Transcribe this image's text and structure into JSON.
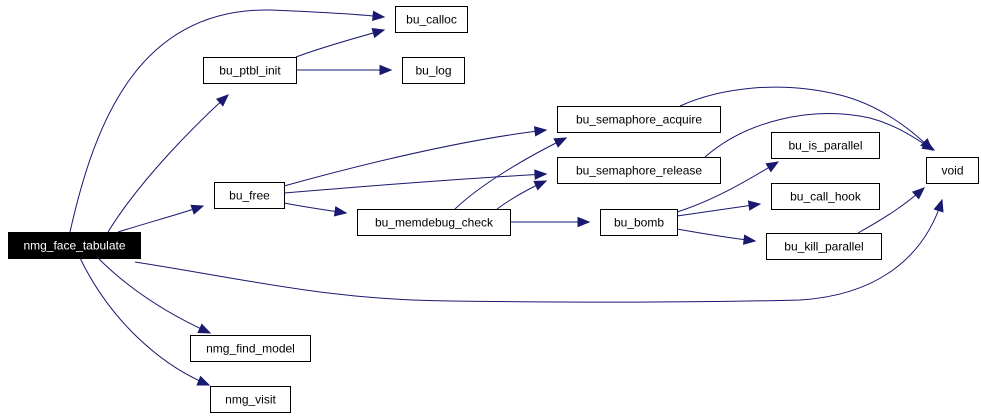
{
  "graph": {
    "root": "nmg_face_tabulate",
    "nodes": {
      "nmg_face_tabulate": {
        "label": "nmg_face_tabulate"
      },
      "bu_calloc": {
        "label": "bu_calloc"
      },
      "bu_ptbl_init": {
        "label": "bu_ptbl_init"
      },
      "bu_log": {
        "label": "bu_log"
      },
      "bu_semaphore_acquire": {
        "label": "bu_semaphore_acquire"
      },
      "bu_is_parallel": {
        "label": "bu_is_parallel"
      },
      "bu_free": {
        "label": "bu_free"
      },
      "bu_semaphore_release": {
        "label": "bu_semaphore_release"
      },
      "void": {
        "label": "void"
      },
      "bu_call_hook": {
        "label": "bu_call_hook"
      },
      "bu_memdebug_check": {
        "label": "bu_memdebug_check"
      },
      "bu_bomb": {
        "label": "bu_bomb"
      },
      "bu_kill_parallel": {
        "label": "bu_kill_parallel"
      },
      "nmg_find_model": {
        "label": "nmg_find_model"
      },
      "nmg_visit": {
        "label": "nmg_visit"
      }
    },
    "edges": [
      {
        "from": "nmg_face_tabulate",
        "to": "bu_calloc"
      },
      {
        "from": "nmg_face_tabulate",
        "to": "bu_ptbl_init"
      },
      {
        "from": "nmg_face_tabulate",
        "to": "bu_free"
      },
      {
        "from": "nmg_face_tabulate",
        "to": "void"
      },
      {
        "from": "nmg_face_tabulate",
        "to": "nmg_find_model"
      },
      {
        "from": "nmg_face_tabulate",
        "to": "nmg_visit"
      },
      {
        "from": "bu_ptbl_init",
        "to": "bu_calloc"
      },
      {
        "from": "bu_ptbl_init",
        "to": "bu_log"
      },
      {
        "from": "bu_free",
        "to": "bu_semaphore_acquire"
      },
      {
        "from": "bu_free",
        "to": "bu_semaphore_release"
      },
      {
        "from": "bu_free",
        "to": "bu_memdebug_check"
      },
      {
        "from": "bu_memdebug_check",
        "to": "bu_semaphore_acquire"
      },
      {
        "from": "bu_memdebug_check",
        "to": "bu_semaphore_release"
      },
      {
        "from": "bu_memdebug_check",
        "to": "bu_bomb"
      },
      {
        "from": "bu_semaphore_acquire",
        "to": "void"
      },
      {
        "from": "bu_semaphore_release",
        "to": "void"
      },
      {
        "from": "bu_bomb",
        "to": "bu_is_parallel"
      },
      {
        "from": "bu_bomb",
        "to": "bu_call_hook"
      },
      {
        "from": "bu_bomb",
        "to": "bu_kill_parallel"
      },
      {
        "from": "bu_kill_parallel",
        "to": "void"
      }
    ]
  },
  "colors": {
    "edge": "#191970",
    "node_border": "#000000",
    "node_fill": "#ffffff",
    "root_fill": "#000000",
    "root_text": "#ffffff"
  }
}
